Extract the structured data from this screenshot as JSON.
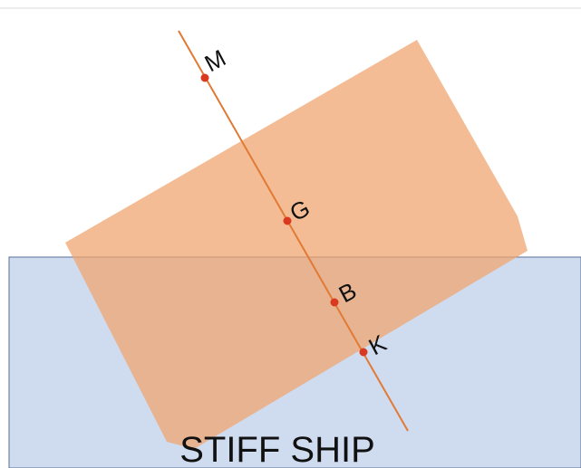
{
  "title": "STIFF SHIP",
  "points": [
    {
      "id": "M",
      "label": "M"
    },
    {
      "id": "G",
      "label": "G"
    },
    {
      "id": "B",
      "label": "B"
    },
    {
      "id": "K",
      "label": "K"
    }
  ],
  "colors": {
    "water": "#cfdcf0",
    "water_border": "#5b6f94",
    "hull": "#f0a46e",
    "axis_line": "#e07a35",
    "point_marker": "#d93a1f",
    "top_rule": "#d9d9d9"
  }
}
